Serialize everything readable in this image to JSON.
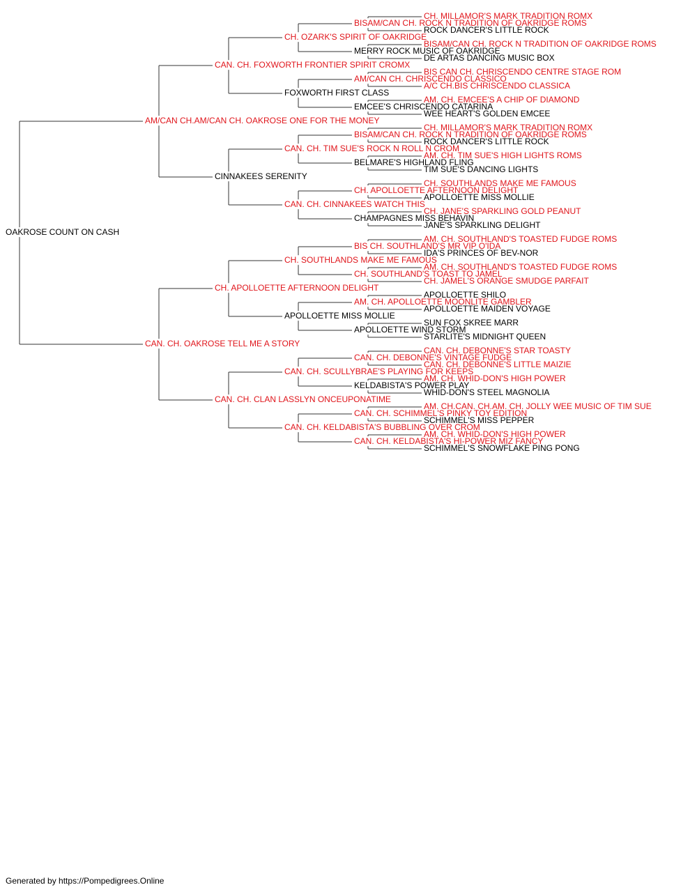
{
  "colors": {
    "champion": "#e0151b",
    "normal": "#000000",
    "line": "#333333"
  },
  "subject": {
    "name": "OAKROSE COUNT ON CASH",
    "champion": false
  },
  "footer": "Generated by https://Pompedigrees.Online",
  "pedigree": [
    {
      "gen": 1,
      "slot": 0,
      "name": "AM/CAN CH.AM/CAN CH. OAKROSE ONE FOR THE MONEY",
      "champion": true
    },
    {
      "gen": 1,
      "slot": 1,
      "name": "CAN. CH. OAKROSE TELL ME A STORY",
      "champion": true
    },
    {
      "gen": 2,
      "slot": 0,
      "name": "CAN. CH. FOXWORTH FRONTIER SPIRIT CROMX",
      "champion": true
    },
    {
      "gen": 2,
      "slot": 1,
      "name": "CINNAKEES SERENITY",
      "champion": false
    },
    {
      "gen": 2,
      "slot": 2,
      "name": "CH. APOLLOETTE AFTERNOON DELIGHT",
      "champion": true
    },
    {
      "gen": 2,
      "slot": 3,
      "name": "CAN. CH. CLAN LASSLYN ONCEUPONATIME",
      "champion": true
    },
    {
      "gen": 3,
      "slot": 0,
      "name": "CH. OZARK'S SPIRIT OF OAKRIDGE",
      "champion": true
    },
    {
      "gen": 3,
      "slot": 1,
      "name": "FOXWORTH FIRST CLASS",
      "champion": false
    },
    {
      "gen": 3,
      "slot": 2,
      "name": "CAN. CH. TIM SUE'S ROCK N ROLL N CROM",
      "champion": true
    },
    {
      "gen": 3,
      "slot": 3,
      "name": "CAN. CH. CINNAKEES WATCH THIS",
      "champion": true
    },
    {
      "gen": 3,
      "slot": 4,
      "name": "CH. SOUTHLANDS MAKE ME FAMOUS",
      "champion": true
    },
    {
      "gen": 3,
      "slot": 5,
      "name": "APOLLOETTE MISS MOLLIE",
      "champion": false
    },
    {
      "gen": 3,
      "slot": 6,
      "name": "CAN. CH. SCULLYBRAE'S PLAYING FOR KEEPS",
      "champion": true
    },
    {
      "gen": 3,
      "slot": 7,
      "name": "CAN. CH. KELDABISTA'S BUBBLING OVER CROM",
      "champion": true
    },
    {
      "gen": 4,
      "slot": 0,
      "name": "BISAM/CAN CH. ROCK N TRADITION OF OAKRIDGE ROMS",
      "champion": true
    },
    {
      "gen": 4,
      "slot": 1,
      "name": "MERRY ROCK MUSIC OF OAKRIDGE",
      "champion": false
    },
    {
      "gen": 4,
      "slot": 2,
      "name": "AM/CAN CH. CHRISCENDO CLASSICO",
      "champion": true
    },
    {
      "gen": 4,
      "slot": 3,
      "name": "EMCEE'S CHRISCENDO CATARINA",
      "champion": false
    },
    {
      "gen": 4,
      "slot": 4,
      "name": "BISAM/CAN CH. ROCK N TRADITION OF OAKRIDGE ROMS",
      "champion": true
    },
    {
      "gen": 4,
      "slot": 5,
      "name": "BELMARE'S HIGHLAND FLING",
      "champion": false
    },
    {
      "gen": 4,
      "slot": 6,
      "name": "CH. APOLLOETTE AFTERNOON DELIGHT",
      "champion": true
    },
    {
      "gen": 4,
      "slot": 7,
      "name": "CHAMPAGNES MISS BEHAVIN",
      "champion": false
    },
    {
      "gen": 4,
      "slot": 8,
      "name": "BIS CH. SOUTHLAND'S MR VIP O'IDA",
      "champion": true
    },
    {
      "gen": 4,
      "slot": 9,
      "name": "CH. SOUTHLAND'S TOAST TO JAMEL",
      "champion": true
    },
    {
      "gen": 4,
      "slot": 10,
      "name": "AM. CH. APOLLOETTE MOONLITE GAMBLER",
      "champion": true
    },
    {
      "gen": 4,
      "slot": 11,
      "name": "APOLLOETTE WIND STORM",
      "champion": false
    },
    {
      "gen": 4,
      "slot": 12,
      "name": "CAN. CH. DEBONNE'S VINTAGE FUDGE",
      "champion": true
    },
    {
      "gen": 4,
      "slot": 13,
      "name": "KELDABISTA'S POWER PLAY",
      "champion": false
    },
    {
      "gen": 4,
      "slot": 14,
      "name": "CAN. CH. SCHIMMEL'S PINKY TOY EDITION",
      "champion": true
    },
    {
      "gen": 4,
      "slot": 15,
      "name": "CAN. CH. KELDABISTA'S HI-POWER MIZ FANCY",
      "champion": true
    },
    {
      "gen": 5,
      "slot": 0,
      "name": "CH. MILLAMOR'S MARK TRADITION ROMX",
      "champion": true
    },
    {
      "gen": 5,
      "slot": 1,
      "name": "ROCK DANCER'S LITTLE ROCK",
      "champion": false
    },
    {
      "gen": 5,
      "slot": 2,
      "name": "BISAM/CAN CH. ROCK N TRADITION OF OAKRIDGE ROMS",
      "champion": true
    },
    {
      "gen": 5,
      "slot": 3,
      "name": "DE ARTAS DANCING MUSIC BOX",
      "champion": false
    },
    {
      "gen": 5,
      "slot": 4,
      "name": "BIS CAN CH. CHRISCENDO CENTRE STAGE ROM",
      "champion": true
    },
    {
      "gen": 5,
      "slot": 5,
      "name": "A/C CH.BIS CHRISCENDO CLASSICA",
      "champion": true
    },
    {
      "gen": 5,
      "slot": 6,
      "name": "AM. CH. EMCEE'S A CHIP OF DIAMOND",
      "champion": true
    },
    {
      "gen": 5,
      "slot": 7,
      "name": "WEE HEART'S GOLDEN EMCEE",
      "champion": false
    },
    {
      "gen": 5,
      "slot": 8,
      "name": "CH. MILLAMOR'S MARK TRADITION ROMX",
      "champion": true
    },
    {
      "gen": 5,
      "slot": 9,
      "name": "ROCK DANCER'S LITTLE ROCK",
      "champion": false
    },
    {
      "gen": 5,
      "slot": 10,
      "name": "AM. CH. TIM SUE'S HIGH LIGHTS ROMS",
      "champion": true
    },
    {
      "gen": 5,
      "slot": 11,
      "name": "TIM SUE'S DANCING LIGHTS",
      "champion": false
    },
    {
      "gen": 5,
      "slot": 12,
      "name": "CH. SOUTHLANDS MAKE ME FAMOUS",
      "champion": true
    },
    {
      "gen": 5,
      "slot": 13,
      "name": "APOLLOETTE MISS MOLLIE",
      "champion": false
    },
    {
      "gen": 5,
      "slot": 14,
      "name": "CH. JANE'S SPARKLING GOLD PEANUT",
      "champion": true
    },
    {
      "gen": 5,
      "slot": 15,
      "name": "JANE'S SPARKLING DELIGHT",
      "champion": false
    },
    {
      "gen": 5,
      "slot": 16,
      "name": "AM. CH. SOUTHLAND'S TOASTED FUDGE ROMS",
      "champion": true
    },
    {
      "gen": 5,
      "slot": 17,
      "name": "IDA'S PRINCES OF BEV-NOR",
      "champion": false
    },
    {
      "gen": 5,
      "slot": 18,
      "name": "AM. CH. SOUTHLAND'S TOASTED FUDGE ROMS",
      "champion": true
    },
    {
      "gen": 5,
      "slot": 19,
      "name": "CH. JAMEL'S ORANGE SMUDGE PARFAIT",
      "champion": true
    },
    {
      "gen": 5,
      "slot": 20,
      "name": "APOLLOETTE SHILO",
      "champion": false
    },
    {
      "gen": 5,
      "slot": 21,
      "name": "APOLLOETTE MAIDEN VOYAGE",
      "champion": false
    },
    {
      "gen": 5,
      "slot": 22,
      "name": "SUN FOX SKREE MARR",
      "champion": false
    },
    {
      "gen": 5,
      "slot": 23,
      "name": "STARLITE'S MIDNIGHT QUEEN",
      "champion": false
    },
    {
      "gen": 5,
      "slot": 24,
      "name": "CAN. CH. DEBONNE'S STAR TOASTY",
      "champion": true
    },
    {
      "gen": 5,
      "slot": 25,
      "name": "CAN. CH. DEBONNE'S LITTLE MAIZIE",
      "champion": true
    },
    {
      "gen": 5,
      "slot": 26,
      "name": "AM. CH. WHID-DON'S HIGH POWER",
      "champion": true
    },
    {
      "gen": 5,
      "slot": 27,
      "name": "WHID-DON'S STEEL MAGNOLIA",
      "champion": false
    },
    {
      "gen": 5,
      "slot": 28,
      "name": "AM. CH.CAN. CH.AM. CH. JOLLY WEE MUSIC OF TIM SUE",
      "champion": true
    },
    {
      "gen": 5,
      "slot": 29,
      "name": "SCHIMMEL'S MISS PEPPER",
      "champion": false
    },
    {
      "gen": 5,
      "slot": 30,
      "name": "AM. CH. WHID-DON'S HIGH POWER",
      "champion": true
    },
    {
      "gen": 5,
      "slot": 31,
      "name": "SCHIMMEL'S SNOWFLAKE PING PONG",
      "champion": false
    }
  ]
}
